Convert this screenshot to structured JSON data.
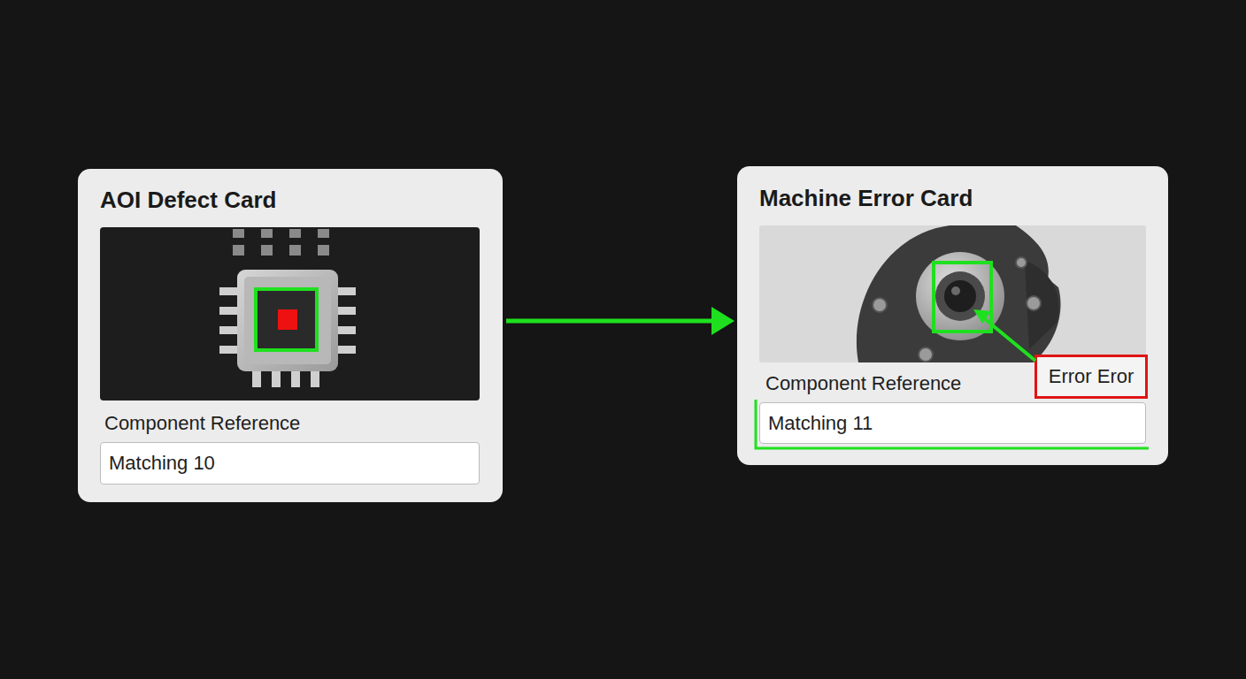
{
  "diagram": {
    "nodes": [
      {
        "text": [
          "AOI Defect Card",
          "Component Reference"
        ]
      },
      {
        "text": [
          "Matching 10"
        ],
        "in": 0
      },
      {
        "text": [
          "Machine Error Card",
          "Component Reference"
        ]
      },
      {
        "text": [
          "Matching 11"
        ],
        "in": 2
      },
      {
        "text": [
          "Error Eror"
        ],
        "in": 2
      }
    ],
    "edges": [
      {
        "from": 0,
        "to": 2,
        "arrow": "to"
      }
    ]
  }
}
